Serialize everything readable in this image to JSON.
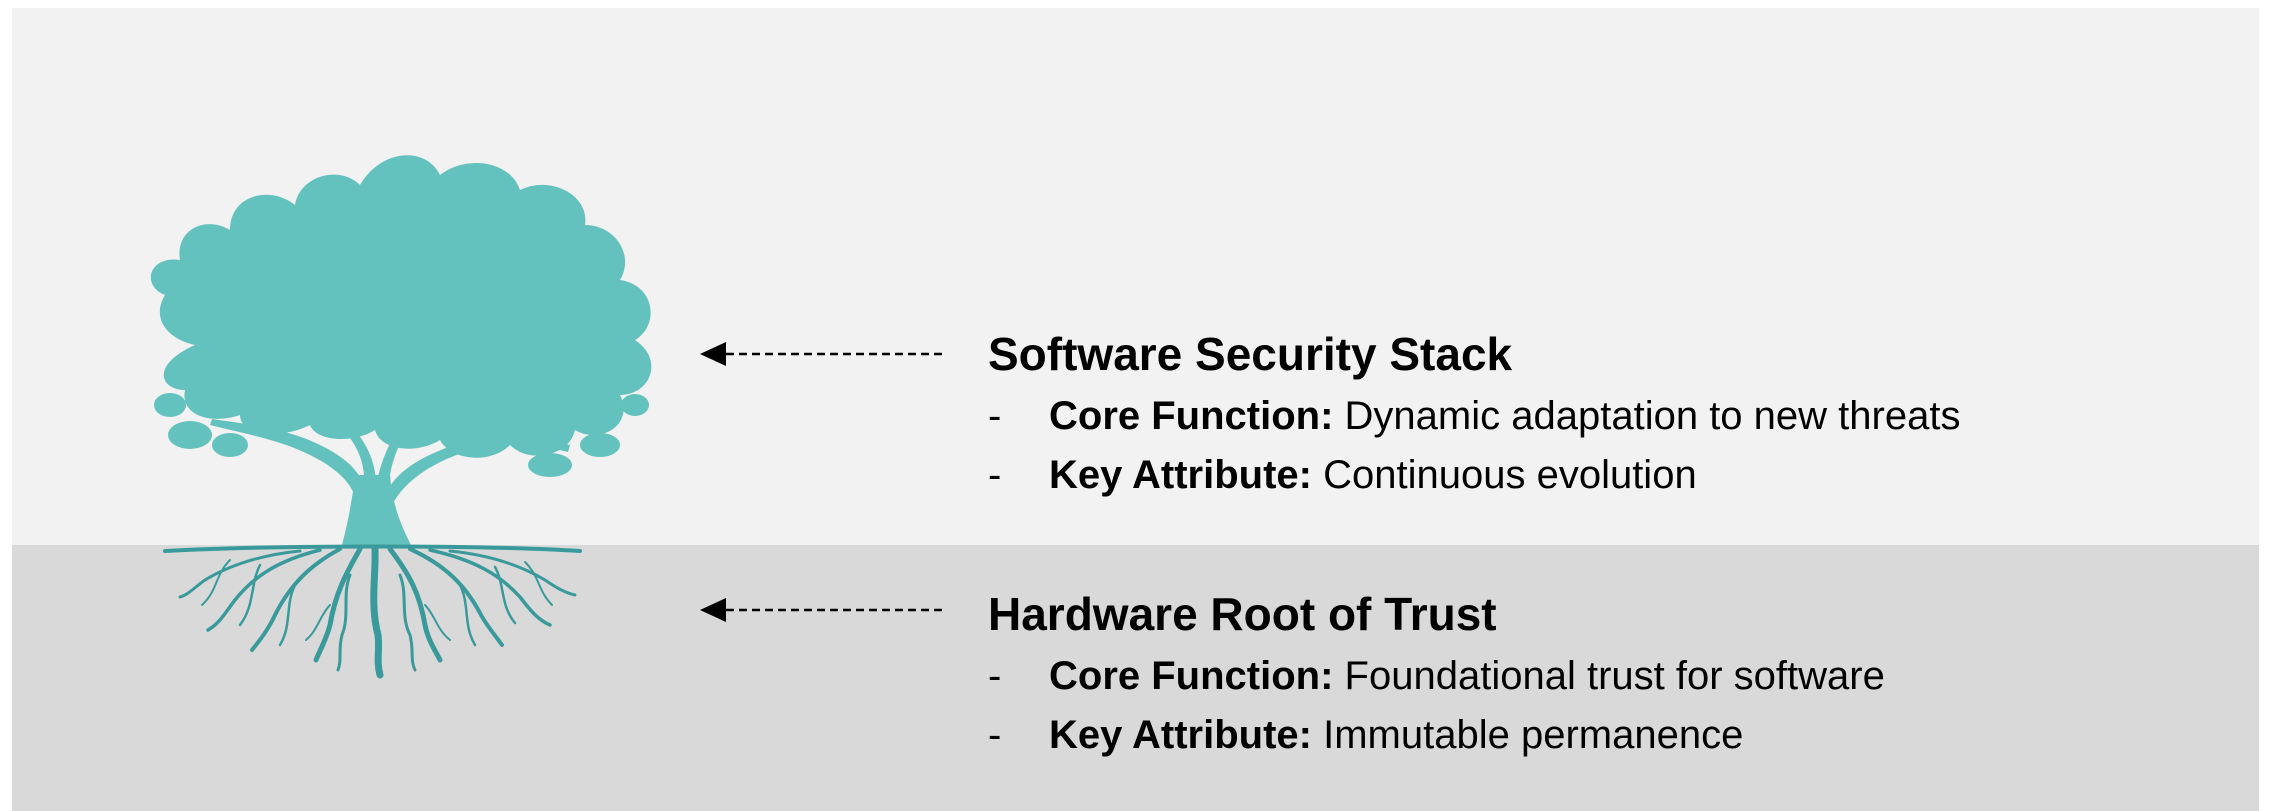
{
  "diagram": {
    "tree_icon": "tree-with-roots-icon",
    "colors": {
      "tree": "#63c2bd",
      "roots": "#3a9a9b",
      "upper_band": "#f2f2f2",
      "lower_band": "#d9d9d9",
      "text": "#000000"
    },
    "sections": [
      {
        "title": "Software Security Stack",
        "bullets": [
          {
            "dash": "-",
            "label": "Core Function:",
            "text": "Dynamic adaptation to new threats"
          },
          {
            "dash": "-",
            "label": "Key Attribute:",
            "text": "Continuous evolution"
          }
        ]
      },
      {
        "title": "Hardware Root of Trust",
        "bullets": [
          {
            "dash": "-",
            "label": "Core Function:",
            "text": "Foundational trust for software"
          },
          {
            "dash": "-",
            "label": "Key Attribute:",
            "text": "Immutable permanence"
          }
        ]
      }
    ]
  }
}
